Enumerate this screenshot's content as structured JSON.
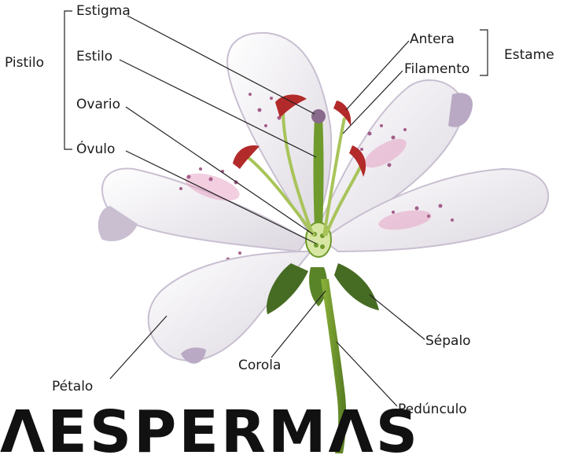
{
  "labels": {
    "pistilo": "Pistilo",
    "estigma": "Estigma",
    "estilo": "Estilo",
    "ovario": "Ovario",
    "ovulo": "Óvulo",
    "antera": "Antera",
    "filamento": "Filamento",
    "estambre": "Estame",
    "sepalo": "Sépalo",
    "corola": "Corola",
    "petalo": "Pétalo",
    "pedunculo": "Pedúnculo"
  },
  "bottom_title": "ΛΕSΡΕRΜΛS",
  "colors": {
    "petal": "#f1eff1",
    "petal_edge": "#c9bfd1",
    "petal_shadow": "#b9a9c4",
    "spot": "#9b4f7f",
    "pink": "#e39bbf",
    "anther": "#b22a2a",
    "stem": "#6f9a2c",
    "sepal": "#466b22",
    "line": "#222222"
  }
}
